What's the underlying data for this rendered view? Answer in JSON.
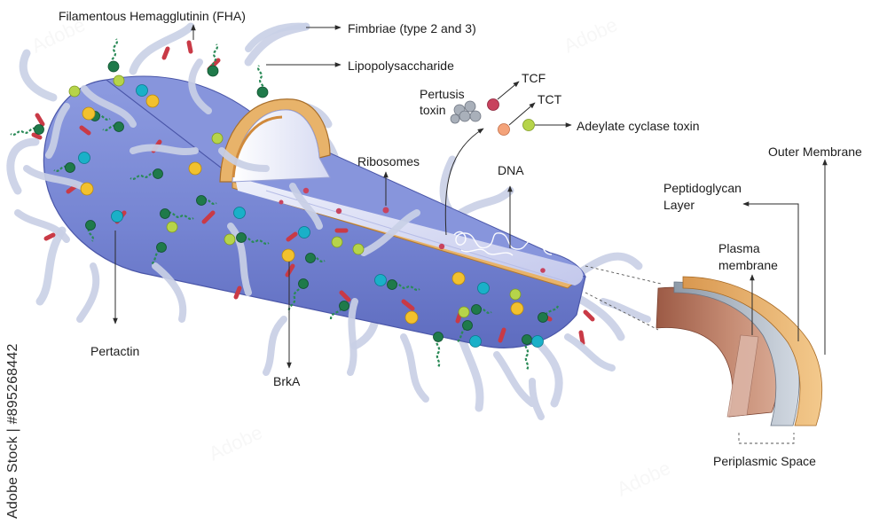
{
  "labels": {
    "fha": "Filamentous Hemagglutinin (FHA)",
    "fimbriae": "Fimbriae (type 2 and 3)",
    "lps": "Lipopolysaccharide",
    "tcf": "TCF",
    "tct": "TCT",
    "pertussis_line1": "Pertusis",
    "pertussis_line2": "toxin",
    "adenylate": "Adeylate cyclase toxin",
    "ribosomes": "Ribosomes",
    "dna": "DNA",
    "outer_membrane": "Outer Membrane",
    "peptidoglycan_line1": "Peptidoglycan",
    "peptidoglycan_line2": "Layer",
    "plasma_line1": "Plasma",
    "plasma_line2": "membrane",
    "pertactin": "Pertactin",
    "brka": "BrkA",
    "periplasmic": "Periplasmic Space"
  },
  "watermark": {
    "text": "Adobe Stock | #895268442"
  },
  "colors": {
    "body_blue": "#7e8ed8",
    "inner_cut": "#cfd2f0",
    "outer_membrane_tan": "#e8b36a",
    "peptidoglycan_grey": "#b7c0cc",
    "plasma_membrane_brown": "#b8826c",
    "fha_green": "#1f7a4a",
    "fimbriae_grey": "#c9d0e6",
    "lps_red": "#c93a46",
    "particle_yellow": "#f2c12e",
    "particle_cyan": "#1ab0c8",
    "particle_lime": "#b6d44a",
    "tcf_pink": "#c8435e",
    "tct_peach": "#f4a37a",
    "toxin_grey": "#a9b0ba"
  }
}
